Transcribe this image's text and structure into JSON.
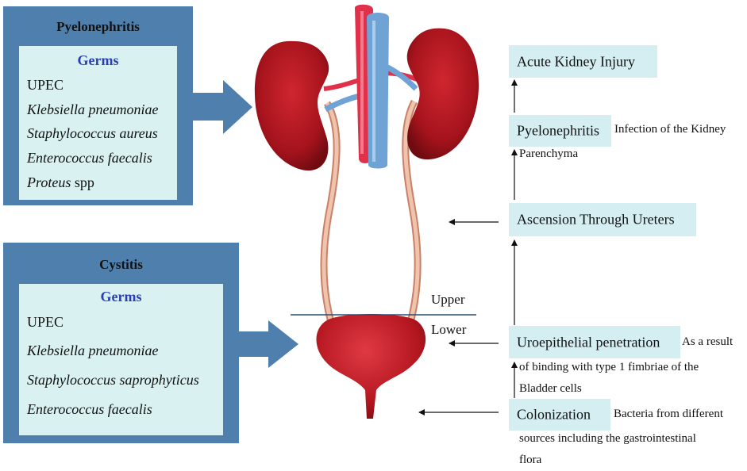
{
  "pyelonephritis_panel": {
    "title": "Pyelonephritis",
    "germs_heading": "Germs",
    "germs": [
      {
        "text": "UPEC",
        "italic": false
      },
      {
        "text": "Klebsiella pneumoniae",
        "italic": true
      },
      {
        "text": "Staphylococcus aureus",
        "italic": true
      },
      {
        "text": "Enterococcus faecalis",
        "italic": true
      },
      {
        "text": "Proteus",
        "suffix": " spp",
        "italic": true
      }
    ]
  },
  "cystitis_panel": {
    "title": "Cystitis",
    "germs_heading": "Germs",
    "germs": [
      {
        "text": "UPEC",
        "italic": false
      },
      {
        "text": "Klebsiella pneumoniae",
        "italic": true
      },
      {
        "text": "Staphylococcus saprophyticus",
        "italic": true
      },
      {
        "text": "Enterococcus faecalis",
        "italic": true
      }
    ]
  },
  "region_labels": {
    "upper": "Upper",
    "lower": "Lower"
  },
  "steps": {
    "acute_kidney_injury": "Acute Kidney Injury",
    "pyelonephritis": "Pyelonephritis",
    "pyelonephritis_note_1": "Infection of the Kidney",
    "pyelonephritis_note_2": "Parenchyma",
    "ascension": "Ascension Through Ureters",
    "uroepithelial": "Uroepithelial penetration",
    "uroepithelial_note_1": "As a result",
    "uroepithelial_note_2": "of binding with type 1 fimbriae of the",
    "uroepithelial_note_3": "Bladder cells",
    "colonization": "Colonization",
    "colonization_note_1": "Bacteria from different",
    "colonization_note_2": "sources including the gastrointestinal",
    "colonization_note_3": "flora"
  },
  "colors": {
    "panel_outer": "#4f80ad",
    "panel_inner": "#d9f1f1",
    "germs_heading": "#2a3fb3",
    "step_box": "#d4eef2",
    "kidney": "#a5131c",
    "artery": "#e0304a",
    "vein": "#6fa3d6",
    "ureter": "#e8b49a"
  }
}
